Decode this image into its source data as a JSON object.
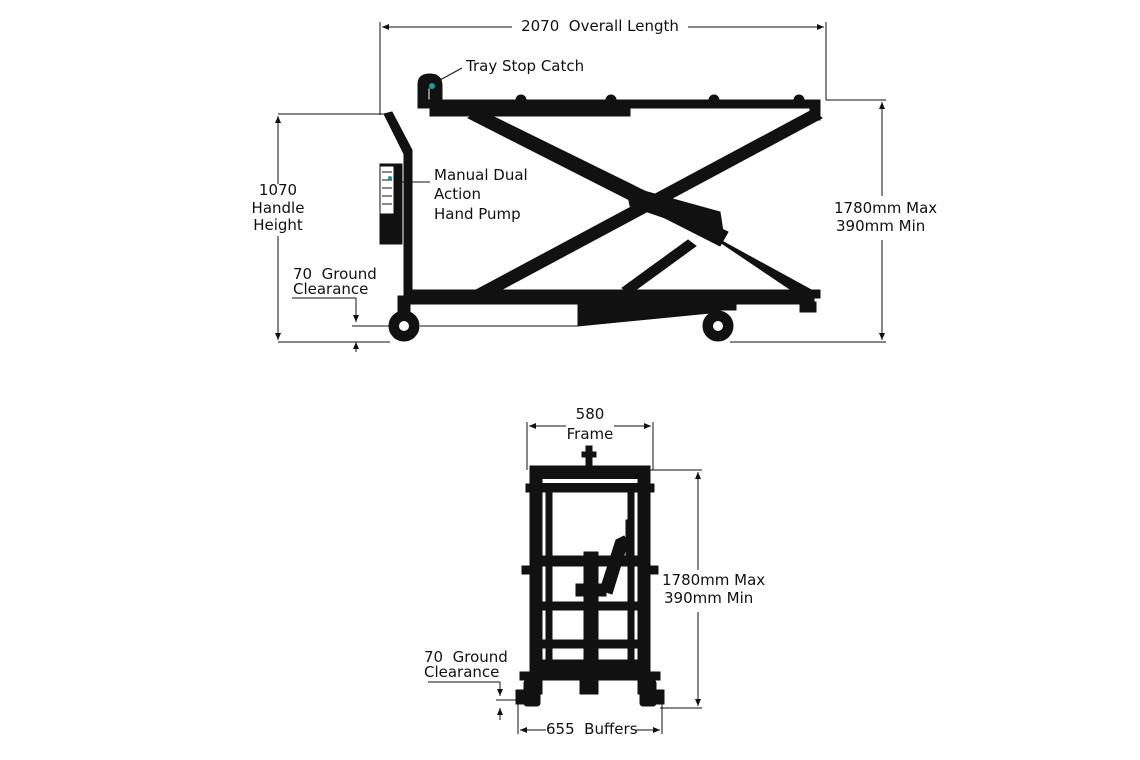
{
  "side_view": {
    "overall_length": "2070  Overall Length",
    "tray_stop": "Tray Stop Catch",
    "pump": [
      "Manual Dual",
      "Action",
      "Hand Pump"
    ],
    "handle": [
      "1070",
      "Handle",
      "Height"
    ],
    "clearance": [
      "70  Ground",
      "Clearance"
    ],
    "height": [
      "1780mm Max",
      "390mm Min"
    ]
  },
  "end_view": {
    "frame": [
      "580",
      "Frame"
    ],
    "height": [
      "1780mm Max",
      "390mm Min"
    ],
    "clearance": [
      "70  Ground",
      "Clearance"
    ],
    "buffers": "655  Buffers"
  },
  "colors": {
    "ink": "#111111",
    "accent": "#1a9c9c"
  }
}
